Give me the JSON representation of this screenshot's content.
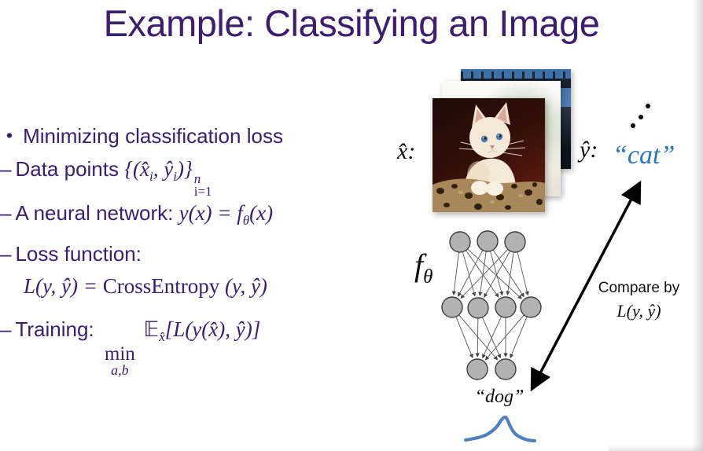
{
  "slide": {
    "title": "Example: Classifying an Image"
  },
  "bullets": {
    "bullet_char": "•",
    "dash_char": "–",
    "item1": {
      "text": "Minimizing classification loss"
    },
    "item2": {
      "label": "Data points ",
      "m1": "{(x̂",
      "s1": "i",
      "m2": ", ŷ",
      "s2": "i",
      "m3": ")}",
      "sup": "n",
      "sub": "i=1"
    },
    "item3": {
      "label": "A neural network: ",
      "m1": "y(x) = f",
      "s1": "θ",
      "m2": "(x)"
    },
    "item4": {
      "label": "Loss function:"
    },
    "item5": {
      "m1": "L(y, ŷ) = ",
      "roman": "CrossEntropy ",
      "m2": "(y, ŷ)"
    },
    "item6": {
      "label": "Training: ",
      "min": "min",
      "min_sub": "a,b",
      "m1": " 𝔼",
      "s1": "x̂",
      "m2": "[L(y(x̂), ŷ)]"
    }
  },
  "figure": {
    "input_label": "x̂:",
    "output_label": "ŷ:",
    "predicted_class": "“cat”",
    "ellipsis_icon": "⋰",
    "network_label_f": "f",
    "network_label_sub": "θ",
    "compare_text": "Compare by",
    "compare_math": "L(y, ŷ)",
    "network_output": "“dog”"
  },
  "colors": {
    "title_purple": "#3A1E6F",
    "class_label_blue": "#2E75B6",
    "distribution_curve_blue": "#4F81BD",
    "network_node_gray": "#B2B2B2"
  }
}
